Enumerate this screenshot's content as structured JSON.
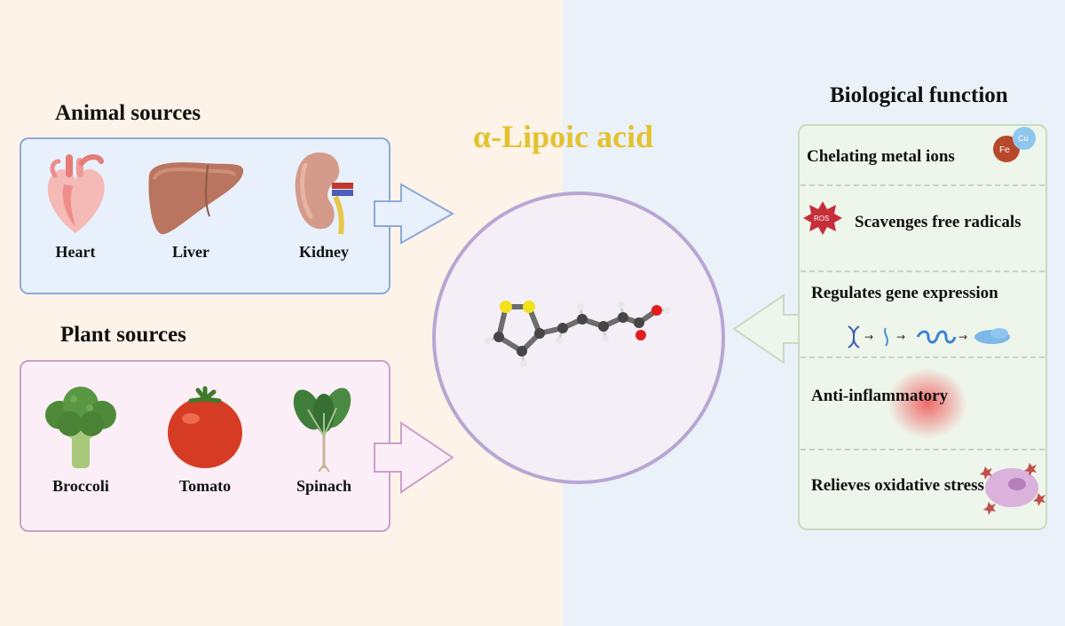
{
  "title": "α-Lipoic acid",
  "animal": {
    "heading": "Animal sources",
    "items": [
      {
        "label": "Heart",
        "icon": "heart-organ-icon"
      },
      {
        "label": "Liver",
        "icon": "liver-organ-icon"
      },
      {
        "label": "Kidney",
        "icon": "kidney-organ-icon"
      }
    ]
  },
  "plant": {
    "heading": "Plant sources",
    "items": [
      {
        "label": "Broccoli",
        "icon": "broccoli-icon"
      },
      {
        "label": "Tomato",
        "icon": "tomato-icon"
      },
      {
        "label": "Spinach",
        "icon": "spinach-icon"
      }
    ]
  },
  "function": {
    "heading": "Biological function",
    "items": [
      {
        "label": "Chelating metal ions",
        "badge_1": "Fe",
        "badge_2": "Cu"
      },
      {
        "label": "Scavenges free radicals",
        "badge": "ROS"
      },
      {
        "label": "Regulates gene expression"
      },
      {
        "label": "Anti-inflammatory"
      },
      {
        "label": "Relieves oxidative stress"
      }
    ]
  },
  "colors": {
    "left_bg": "#fdf3e8",
    "right_bg": "#eaf1f9",
    "title": "#e4c22f",
    "animal_border": "#8fa9d6",
    "plant_border": "#c9a0cc",
    "circle_border": "#b7a6d3"
  }
}
